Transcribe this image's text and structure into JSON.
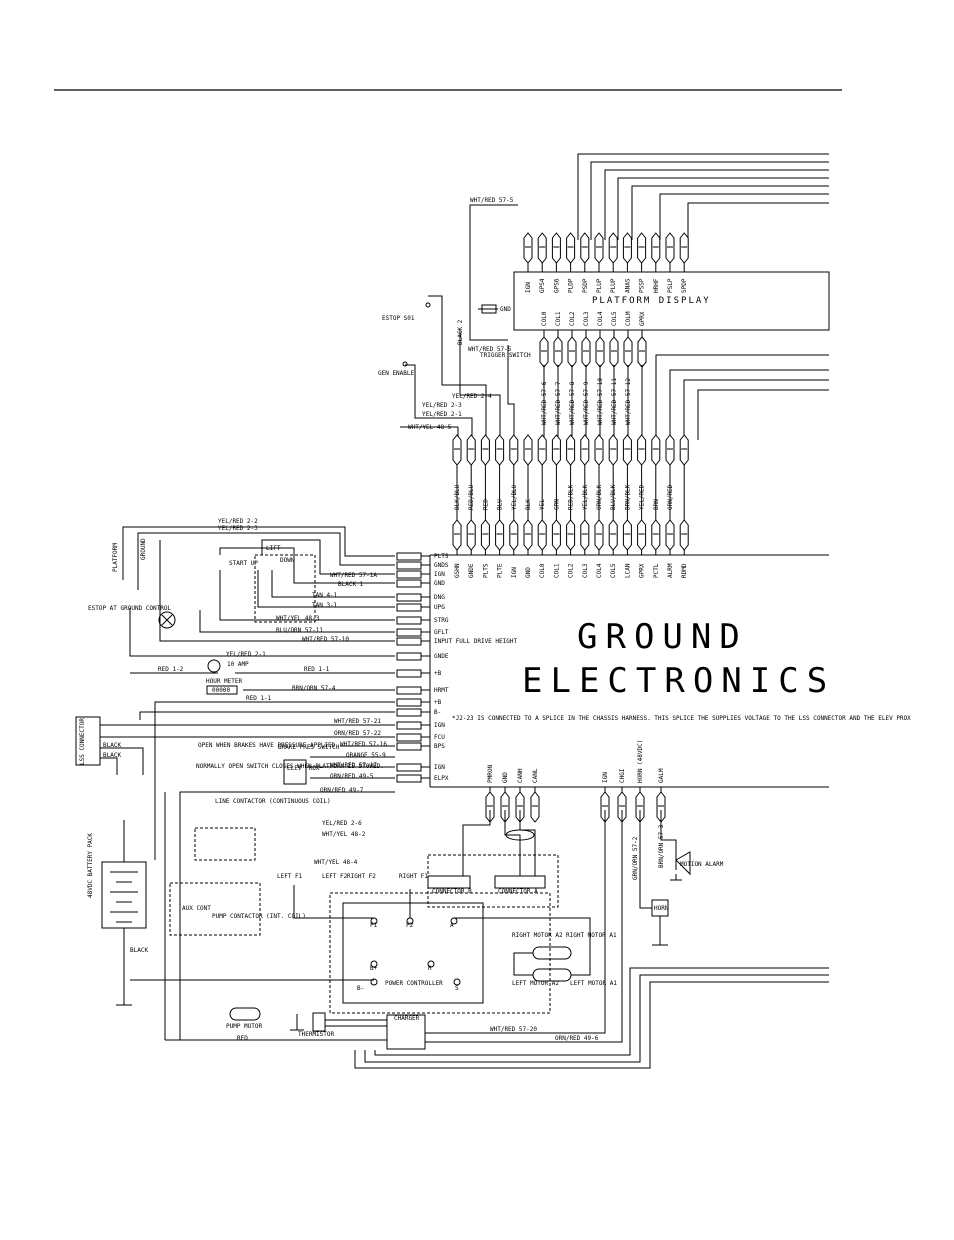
{
  "titles": {
    "ground_1": "GROUND",
    "ground_2": "ELECTRONICS",
    "platform_display": "PLATFORM DISPLAY"
  },
  "platform_top_pins": [
    "IGN",
    "GPS4",
    "GPS6",
    "PLDP",
    "PSDP",
    "PLUP",
    "PLUP",
    "ANAS",
    "PSSP",
    "HRHF",
    "PSLP",
    "SPDP"
  ],
  "platform_left_labels": [
    "ESTOP S01",
    "GEN ENABLE",
    "GND"
  ],
  "platform_col_pins": [
    "COL0",
    "COL1",
    "COL2",
    "COL3",
    "COL4",
    "COL5",
    "COLM",
    "GPRX"
  ],
  "platform_wires": [
    "WHT/RED 57-5",
    "BLACK 2",
    "WHT/RED 57-5",
    "TRIGGER SWITCH",
    "YEL/RED 2-4",
    "YEL/RED 2-3",
    "YEL/RED 2-1",
    "WHT/YEL 48-5"
  ],
  "mid_wires": [
    "WHT/RED 57-6",
    "WHT/RED 57-7",
    "WHT/RED 57-8",
    "WHT/RED 57-9",
    "WHT/RED 57-10",
    "WHT/RED 57-11",
    "WHT/RED 57-12"
  ],
  "ground_wire_colors": [
    "BLK/BLU",
    "RED/BLU",
    "RED",
    "BLU",
    "YEL/BLU",
    "BLK",
    "YEL",
    "GRN",
    "RED/BLK",
    "YEL/BLK",
    "ORN/BLK",
    "BLU/BLK",
    "BRN/BLK",
    "YEL/RED",
    "BRN",
    "ORN/RED"
  ],
  "ground_top_pins": [
    "GSHN",
    "GNDE",
    "PLTS",
    "PLTE",
    "IGN",
    "GND",
    "COL0",
    "COL1",
    "COL2",
    "COL3",
    "COL4",
    "COL5",
    "LCAN",
    "GPRX",
    "PCTL",
    "ALRM",
    "RDMD"
  ],
  "j5_left_pins": [
    "PLTS",
    "GNDS",
    "IGN",
    "GND",
    "DNG",
    "UPG",
    "STRG",
    "GFLT",
    "INPUT FULL DRIVE HEIGHT",
    "GNDE",
    "+B",
    "HRMT"
  ],
  "j2_left_pins": [
    "+B",
    "B-",
    "IGN",
    "FCU",
    "BPS",
    "IGN",
    "ELPX"
  ],
  "left_wires": [
    "YEL/RED 2-2",
    "YEL/RED 2-3",
    "WHT/RED 57-1A",
    "BLACK 1",
    "TAN 4-1",
    "TAN 3-1",
    "WHT/YEL 48-3",
    "BLU/ORN 57-11",
    "WHT/RED 57-10",
    "YEL/RED 2-1",
    "RED 1-2",
    "RED 1-1",
    "BRN/ORN 57-4",
    "RED 1-1",
    "WHT/RED 57-21",
    "ORN/RED 57-22",
    "WHT/RED 57-16",
    "ORANGE 55-9",
    "WHT/RED 57-17",
    "ORN/RED 49-5",
    "ORN/RED 49-7"
  ],
  "left_labels": [
    "PLATFORM",
    "GROUND",
    "START UP",
    "LIFT",
    "DOWN",
    "ESTOP AT GROUND CONTROL",
    "10 AMP",
    "HOUR METER",
    "00000",
    "LSS CONNECTOR",
    "BLACK",
    "BLACK",
    "OPEN WHEN BRAKES HAVE PRESSURE APPLIED",
    "BRAKE PRES SWITCH",
    "NORMALLY OPEN SWITCH CLOSES WHEN PLATFORM IS STOWED.",
    "ELEV PROX"
  ],
  "note": "*J2-23 IS CONNECTED TO A SPLICE IN THE CHASSIS HARNESS. THIS SPLICE THE SUPPLIES VOLTAGE TO THE LSS CONNECTOR AND THE ELEV PROX",
  "bottom_pins": [
    "PMRON",
    "GND",
    "CANH",
    "CANL",
    "IGN",
    "CHGI",
    "HORN (48VDC)",
    "GALM"
  ],
  "power_labels": [
    "LINE CONTACTOR (CONTINUOUS COIL)",
    "PUMP CONTACTOR (INT. COIL)",
    "AUX CONT",
    "48VDC BATTERY PACK",
    "BLACK",
    "LEFT F1",
    "LEFT F2",
    "RIGHT F2",
    "RIGHT F1",
    "CONNECTOR B",
    "CONNECTOR A",
    "F1",
    "F2",
    "A",
    "B+",
    "R",
    "B-",
    "S",
    "POWER CONTROLLER",
    "RIGHT MOTOR A2",
    "RIGHT MOTOR A1",
    "LEFT MOTOR A2",
    "LEFT MOTOR A1",
    "PUMP MOTOR",
    "THERMISTOR",
    "CHARGER",
    "HORN",
    "MOTION ALARM",
    "RED"
  ],
  "power_wires": [
    "YEL/RED 2-6",
    "WHT/YEL 48-2",
    "WHT/YEL 48-4",
    "WHT/RED 57-20",
    "ORN/RED 49-6",
    "GRN/ORN 57-2",
    "BRN/ORN 57-3"
  ]
}
